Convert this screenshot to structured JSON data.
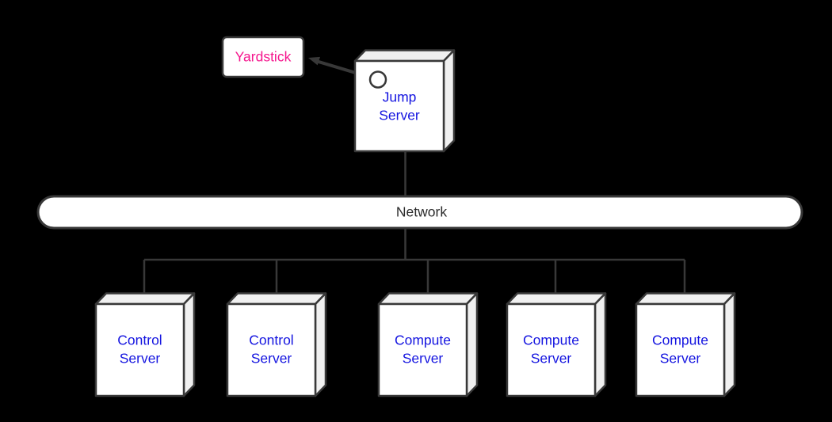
{
  "colors": {
    "bg": "#000000",
    "stroke": "#383838",
    "node-fill": "#ffffff",
    "node-shade": "#f0f0f0",
    "text-blue": "#1414e0",
    "text-pink": "#f5158d",
    "text-dark": "#2b2b2b"
  },
  "diagram": {
    "yardstick": {
      "label": "Yardstick"
    },
    "jump_server": {
      "line1": "Jump",
      "line2": "Server"
    },
    "network": {
      "label": "Network"
    },
    "servers": [
      {
        "line1": "Control",
        "line2": "Server"
      },
      {
        "line1": "Control",
        "line2": "Server"
      },
      {
        "line1": "Compute",
        "line2": "Server"
      },
      {
        "line1": "Compute",
        "line2": "Server"
      },
      {
        "line1": "Compute",
        "line2": "Server"
      }
    ]
  }
}
